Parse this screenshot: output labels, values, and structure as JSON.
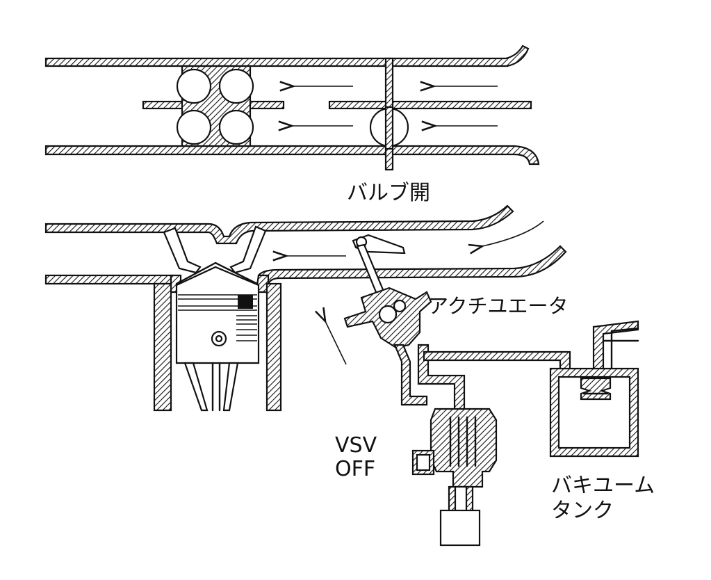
{
  "labels": {
    "valve_open": "バルブ開",
    "actuator": "アクチユエータ",
    "vsv_line1": "VSV",
    "vsv_line2": "OFF",
    "tank_line1": "バキユーム",
    "tank_line2": "タンク"
  },
  "colors": {
    "ink": "#111111",
    "paper": "#ffffff"
  }
}
